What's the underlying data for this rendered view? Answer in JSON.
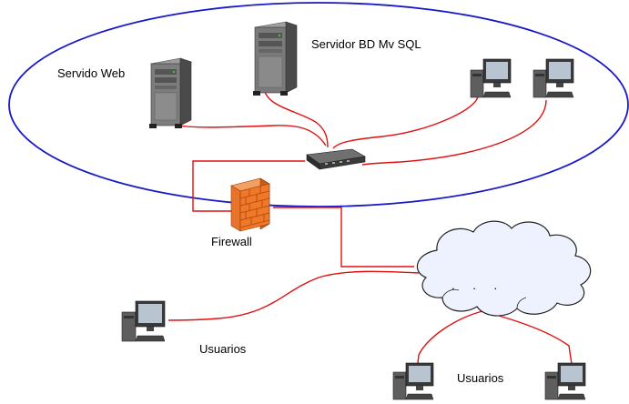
{
  "labels": {
    "web_server": "Servido Web",
    "db_server": "Servidor BD Mv SQL",
    "firewall": "Firewall",
    "users_left": "Usuarios",
    "users_bottom": "Usuarios"
  },
  "cloud_text": ". . .",
  "colors": {
    "lan_ellipse": "#1818c8",
    "cable": "#e01010",
    "firewall_brick": "#f07828",
    "cloud_fill": "#eef2ff"
  },
  "icons": {
    "web_server": "tower-server-icon",
    "db_server": "tower-server-icon",
    "switch": "network-switch-icon",
    "firewall": "brick-wall-firewall-icon",
    "internet": "cloud-icon",
    "workstation": "desktop-computer-icon"
  }
}
